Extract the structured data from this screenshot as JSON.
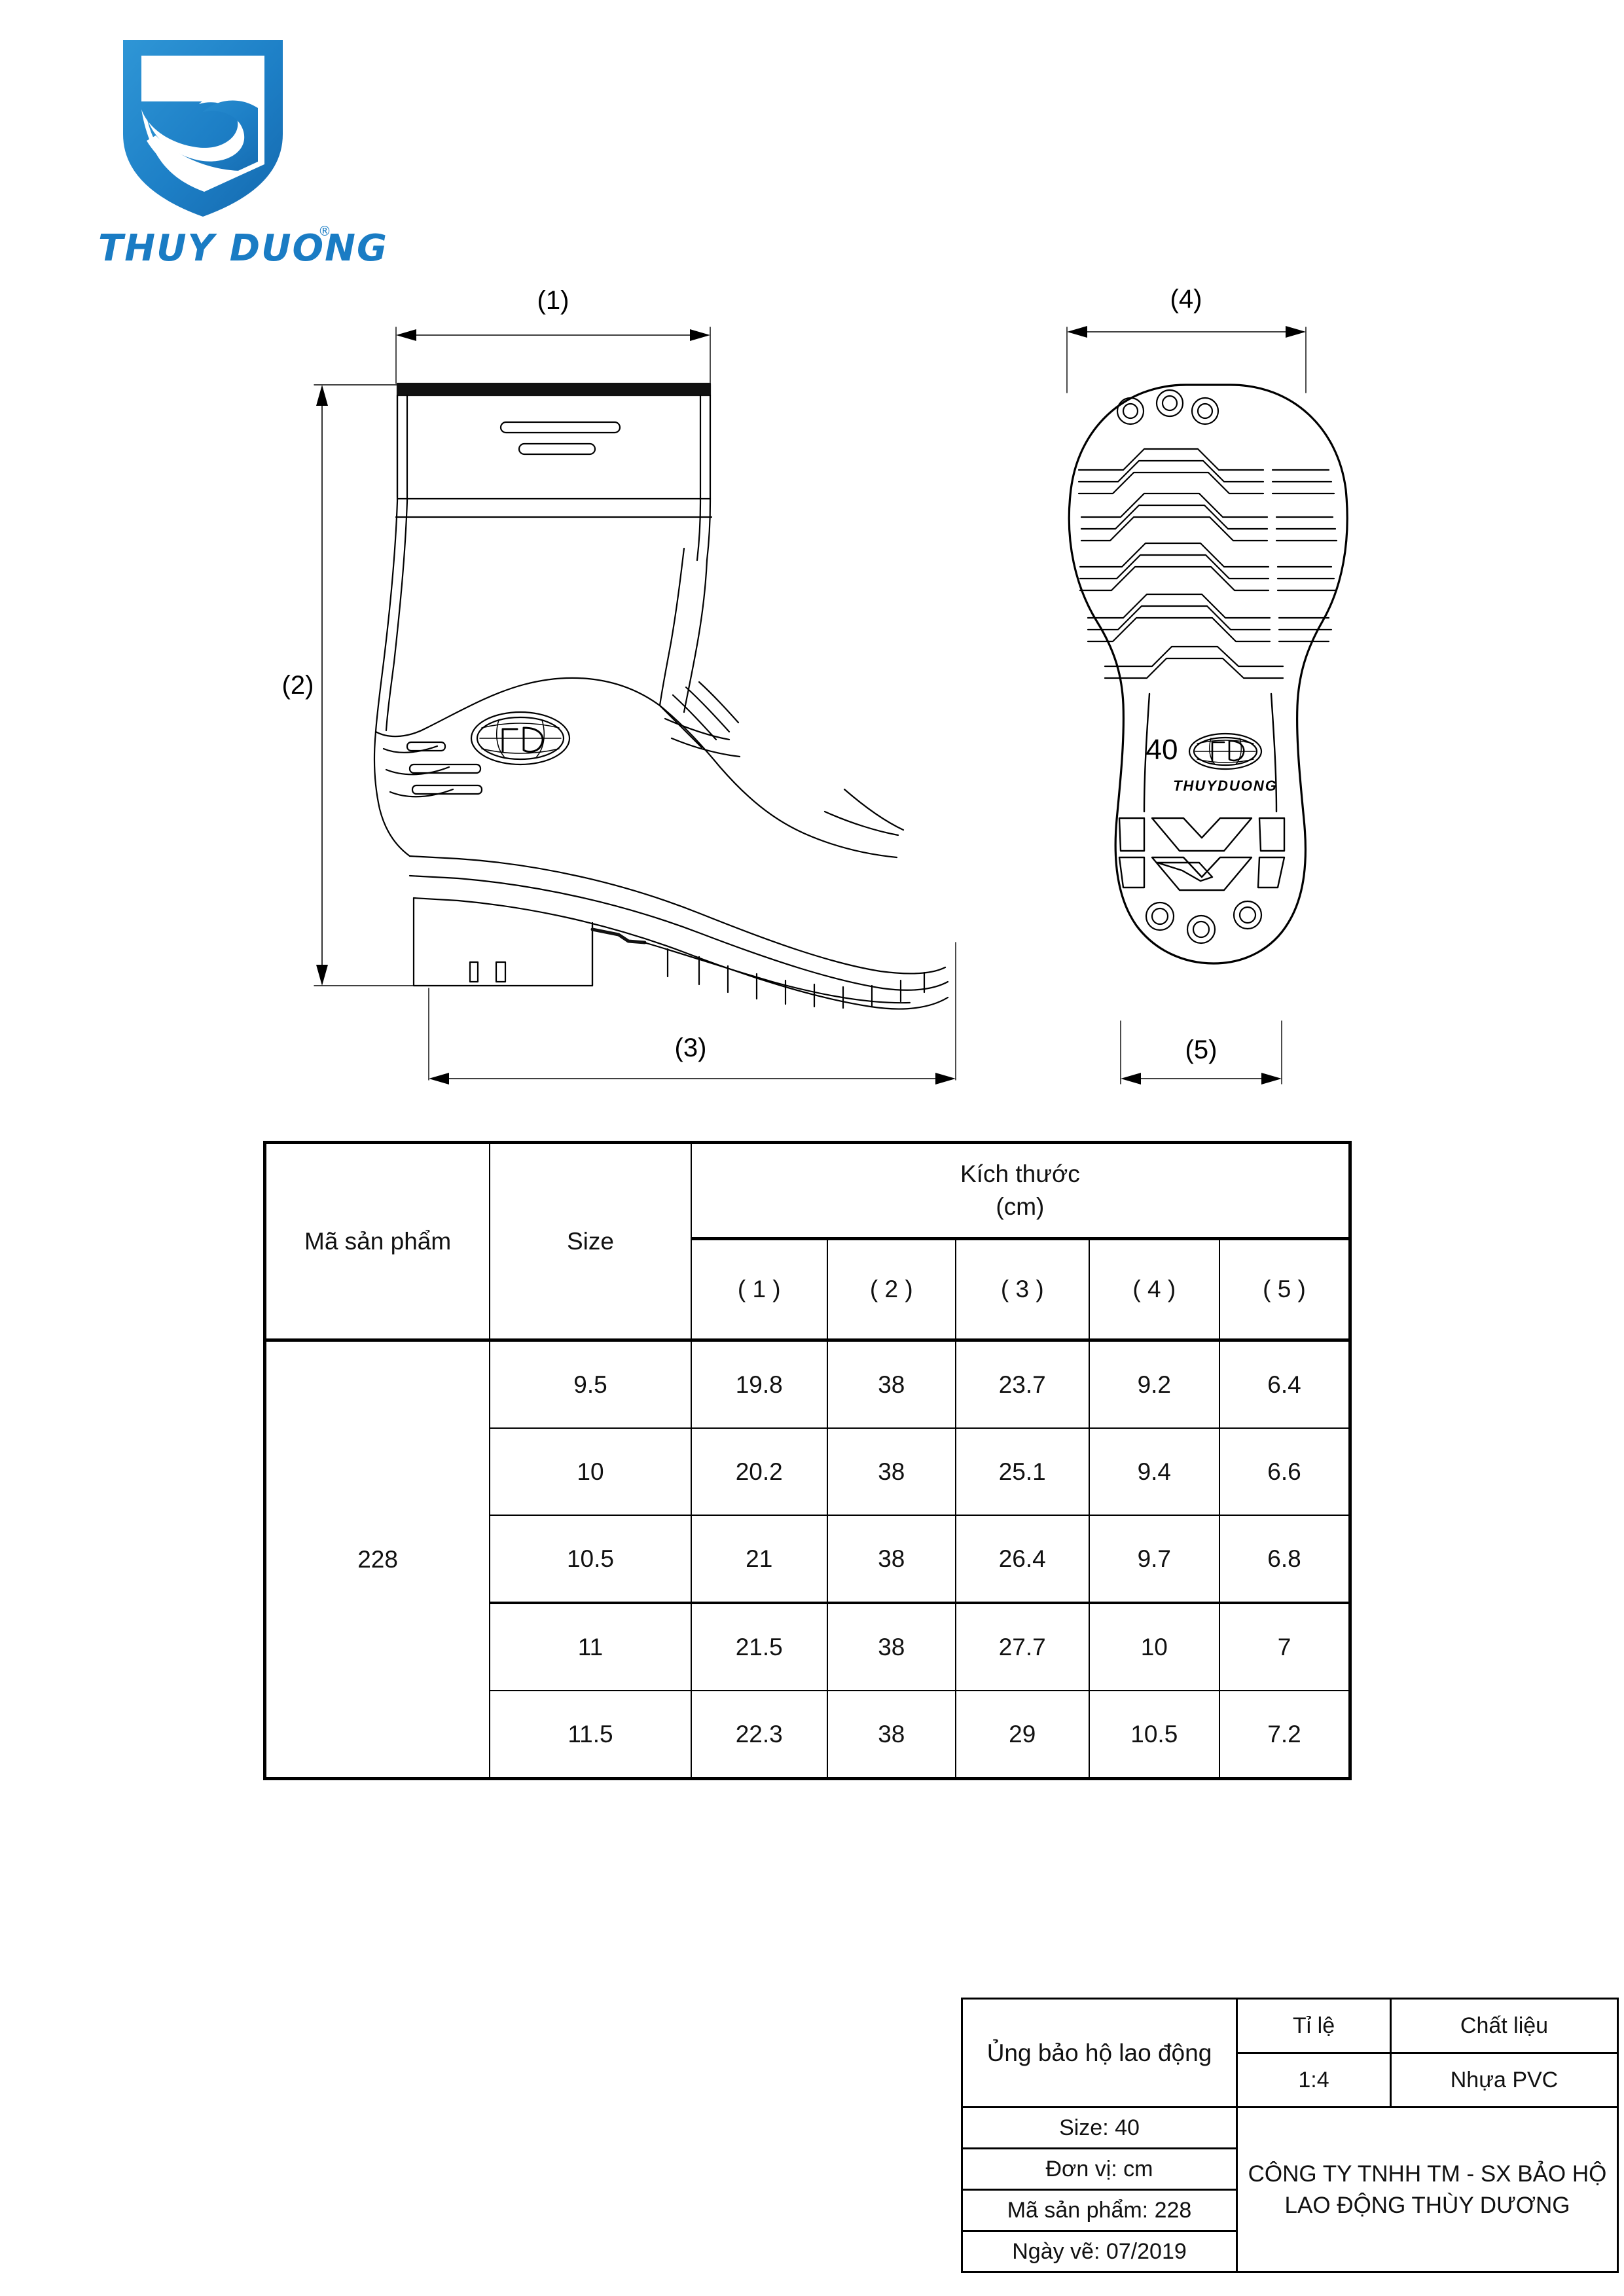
{
  "brand": {
    "wordmark": "THUY DUONG",
    "registered_mark": "®",
    "logo_color": "#1a7cc4"
  },
  "drawing": {
    "dimension_labels": {
      "d1": "(1)",
      "d2": "(2)",
      "d3": "(3)",
      "d4": "(4)",
      "d5": "(5)"
    },
    "sole": {
      "size_mark": "40",
      "brand_text": "THUYDUONG",
      "monogram": "TD"
    },
    "side": {
      "monogram": "TD"
    }
  },
  "size_table": {
    "col_product_code": "Mã sản phẩm",
    "col_size": "Size",
    "col_dimensions_title": "Kích thước",
    "col_dimensions_unit": "(cm)",
    "subheaders": [
      "( 1 )",
      "( 2 )",
      "( 3 )",
      "( 4 )",
      "( 5 )"
    ],
    "product_code": "228",
    "rows": [
      {
        "size": "9.5",
        "d1": "19.8",
        "d2": "38",
        "d3": "23.7",
        "d4": "9.2",
        "d5": "6.4"
      },
      {
        "size": "10",
        "d1": "20.2",
        "d2": "38",
        "d3": "25.1",
        "d4": "9.4",
        "d5": "6.6"
      },
      {
        "size": "10.5",
        "d1": "21",
        "d2": "38",
        "d3": "26.4",
        "d4": "9.7",
        "d5": "6.8"
      },
      {
        "size": "11",
        "d1": "21.5",
        "d2": "38",
        "d3": "27.7",
        "d4": "10",
        "d5": "7"
      },
      {
        "size": "11.5",
        "d1": "22.3",
        "d2": "38",
        "d3": "29",
        "d4": "10.5",
        "d5": "7.2"
      }
    ]
  },
  "title_block": {
    "product_name": "Ủng bảo hộ lao động",
    "scale_label": "Tỉ lệ",
    "scale_value": "1:4",
    "material_label": "Chất liệu",
    "material_value": "Nhựa PVC",
    "size_line": "Size: 40",
    "unit_line": "Đơn vị: cm",
    "code_line": "Mã sản phẩm: 228",
    "date_line": "Ngày vẽ: 07/2019",
    "company_line1": "CÔNG TY TNHH TM - SX BẢO HỘ",
    "company_line2": "LAO ĐỘNG THÙY DƯƠNG"
  }
}
